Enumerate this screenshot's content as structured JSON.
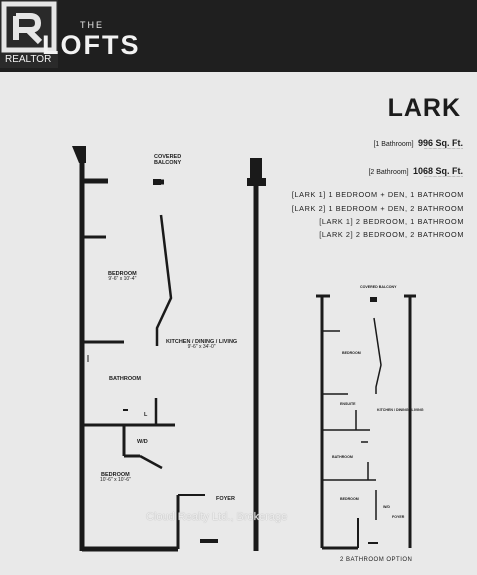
{
  "header": {
    "realtor_label": "REALTOR",
    "logo_the": "THE",
    "logo_word": "LOFTS"
  },
  "model": {
    "name": "LARK",
    "specs": [
      {
        "label": "[1 Bathroom]",
        "area": "996 Sq. Ft."
      },
      {
        "label": "[2 Bathroom]",
        "area": "1068 Sq. Ft."
      }
    ],
    "configurations": [
      "[LARK 1] 1 BEDROOM + DEN, 1 BATHROOM",
      "[LARK 2] 1 BEDROOM + DEN, 2 BATHROOM",
      "[LARK 1] 2 BEDROOM, 1 BATHROOM",
      "[LARK 2] 2 BEDROOM, 2 BATHROOM"
    ]
  },
  "main_plan": {
    "covered_balcony": "COVERED\nBALCONY",
    "bedroom_1": {
      "name": "BEDROOM",
      "dims": "9'-6\" x 10'-4\""
    },
    "kitchen": {
      "name": "KITCHEN / DINING / LIVING",
      "dims": "9'-6\" x 34'-0\""
    },
    "bathroom": "BATHROOM",
    "laundry": "W/D",
    "linen": "L",
    "bedroom_2": {
      "name": "BEDROOM",
      "dims": "10'-6\" x 10'-6\""
    },
    "foyer": "FOYER"
  },
  "option_plan": {
    "covered_balcony": "COVERED BALCONY",
    "bedroom": "BEDROOM",
    "ensuite": "ENSUITE",
    "kitchen": "KITCHEN / DINING / LIVING",
    "bathroom": "BATHROOM",
    "bedroom_2": "BEDROOM",
    "laundry": "W/D",
    "foyer": "FOYER",
    "caption": "2 BATHROOM OPTION"
  },
  "watermark": "Cloud Realty Ltd., Brokerage"
}
